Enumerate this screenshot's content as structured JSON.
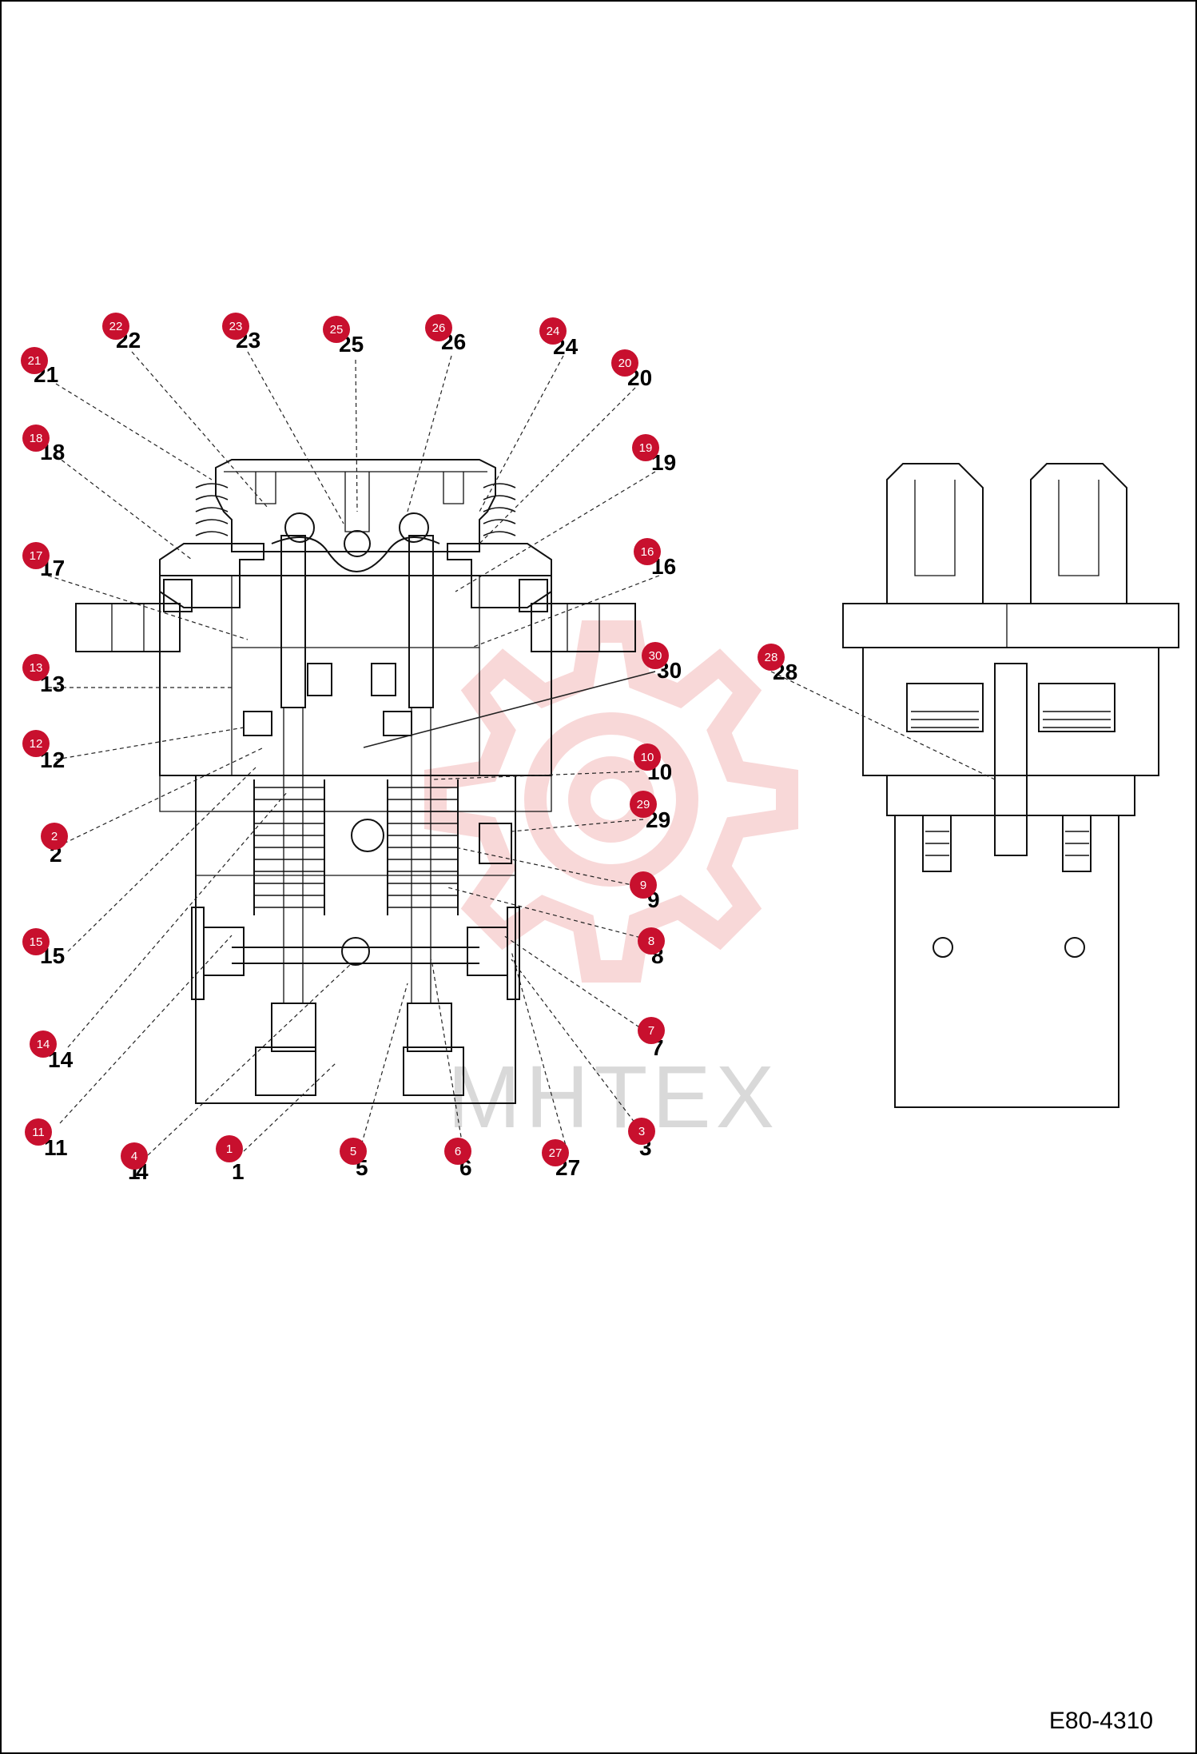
{
  "drawing": {
    "code": "E80-4310",
    "watermark": "MHTEX"
  },
  "callouts": [
    "1",
    "2",
    "3",
    "4",
    "5",
    "6",
    "7",
    "8",
    "9",
    "10",
    "11",
    "12",
    "13",
    "14",
    "15",
    "16",
    "17",
    "18",
    "19",
    "20",
    "21",
    "22",
    "23",
    "24",
    "25",
    "26",
    "27",
    "28",
    "29",
    "30"
  ],
  "badges": [
    "1",
    "2",
    "3",
    "4",
    "5",
    "6",
    "7",
    "8",
    "9",
    "10",
    "11",
    "12",
    "13",
    "14",
    "15",
    "16",
    "17",
    "18",
    "19",
    "20",
    "21",
    "22",
    "23",
    "24",
    "25",
    "26",
    "27",
    "28",
    "29",
    "30"
  ],
  "colors": {
    "badge": "#c8102e",
    "watermark": "#f3b8b8",
    "line": "#111111"
  }
}
